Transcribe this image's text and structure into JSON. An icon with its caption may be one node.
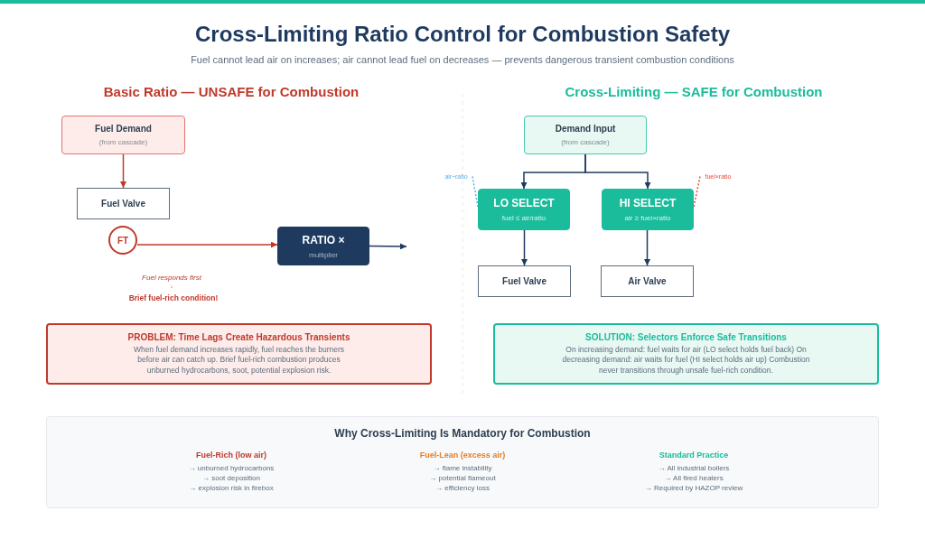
{
  "diagram": {
    "title": "Cross-Limiting Ratio Control for Combustion Safety",
    "caption": "Fuel cannot lead air on increases; air cannot lead fuel on decreases — prevents dangerous transient combustion conditions",
    "nodes": [
      {
        "text": [
          "Fuel Demand",
          "(from cascade)"
        ]
      },
      {
        "text": [
          "Fuel Valve"
        ]
      },
      {
        "text": [
          "FT"
        ]
      },
      {
        "text": [
          "RATIO ×",
          "multiplier"
        ]
      },
      {
        "text": [
          "Demand Input",
          "(from cascade)"
        ]
      },
      {
        "text": [
          "LO SELECT",
          "fuel ≤ air/ratio"
        ]
      },
      {
        "text": [
          "HI SELECT",
          "air ≥ fuel×ratio"
        ]
      },
      {
        "text": [
          "Fuel Valve"
        ]
      },
      {
        "text": [
          "Air Valve"
        ]
      },
      {
        "text": [
          "PROBLEM: Time Lags Create Hazardous Transients",
          "When fuel demand increases rapidly, fuel reaches the burners before air can catch up. Brief fuel-rich combustion produces unburned hydrocarbons, soot, potential explosion risk."
        ]
      },
      {
        "text": [
          "SOLUTION: Selectors Enforce Safe Transitions",
          "On increasing demand: fuel waits for air (LO select holds fuel back) On decreasing demand: air waits for fuel (HI select holds air up) Combustion never transitions through unsafe fuel-rich condition."
        ]
      },
      {
        "text": [
          "Why Cross-Limiting Is Mandatory for Combustion"
        ]
      },
      {
        "text": [
          "air÷ratio"
        ]
      },
      {
        "text": [
          "fuel×ratio"
        ]
      }
    ],
    "edges": [
      {
        "from": 0,
        "to": 1,
        "arrow": "to",
        "color": "#c0392b"
      },
      {
        "from": 2,
        "to": 3,
        "arrow": "to",
        "color": "#c0392b"
      },
      {
        "from": 3,
        "to": null,
        "arrow": "to"
      },
      {
        "from": 4,
        "to": 5,
        "arrow": "to"
      },
      {
        "from": 4,
        "to": 6,
        "arrow": "to"
      },
      {
        "from": 5,
        "to": 7,
        "arrow": "to"
      },
      {
        "from": 6,
        "to": 8,
        "arrow": "to"
      },
      {
        "from": 12,
        "to": 5,
        "arrow": "none",
        "style": "dashed",
        "color": "#5dade2"
      },
      {
        "from": 13,
        "to": 6,
        "arrow": "none",
        "style": "dashed",
        "color": "#e74c3c"
      }
    ],
    "labels": [
      "Basic Ratio — UNSAFE for Combustion",
      "Cross-Limiting — SAFE for Combustion",
      "Fuel responds first",
      "↓",
      "Brief fuel-rich condition!",
      "Fuel-Rich (low air)",
      "→ unburned hydrocarbons",
      "→ soot deposition",
      "→ explosion risk in firebox",
      "Fuel-Lean (excess air)",
      "→ flame instability",
      "→ potential flameout",
      "→ efficiency loss",
      "Standard Practice",
      "→ All industrial boilers",
      "→ All fired heaters",
      "→ Required by HAZOP review"
    ]
  }
}
